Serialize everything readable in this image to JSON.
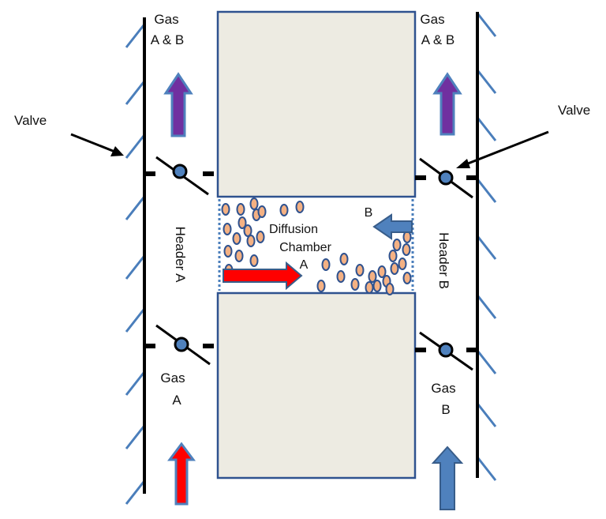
{
  "labels": {
    "gas_ab_left": [
      "Gas",
      "A & B"
    ],
    "gas_ab_right": [
      "Gas",
      "A & B"
    ],
    "valve_left": "Valve",
    "valve_right": "Valve",
    "header_a": "Header A",
    "header_b": "Header B",
    "diffusion_chamber": [
      "Diffusion",
      "Chamber"
    ],
    "chamber_flow_a": "A",
    "chamber_flow_b": "B",
    "gas_a": [
      "Gas",
      "A"
    ],
    "gas_b": [
      "Gas",
      "B"
    ]
  },
  "colors": {
    "block_fill": "#EDEBE2",
    "block_stroke": "#2F528F",
    "wall": "#000000",
    "hatch": "#4A7EBB",
    "arrow_purple": "#7030A0",
    "arrow_red": "#FF0000",
    "arrow_blue": "#4F81BD",
    "arrow_outline": "#385D8A",
    "particle_fill": "#F4B183",
    "particle_stroke": "#2F528F"
  }
}
